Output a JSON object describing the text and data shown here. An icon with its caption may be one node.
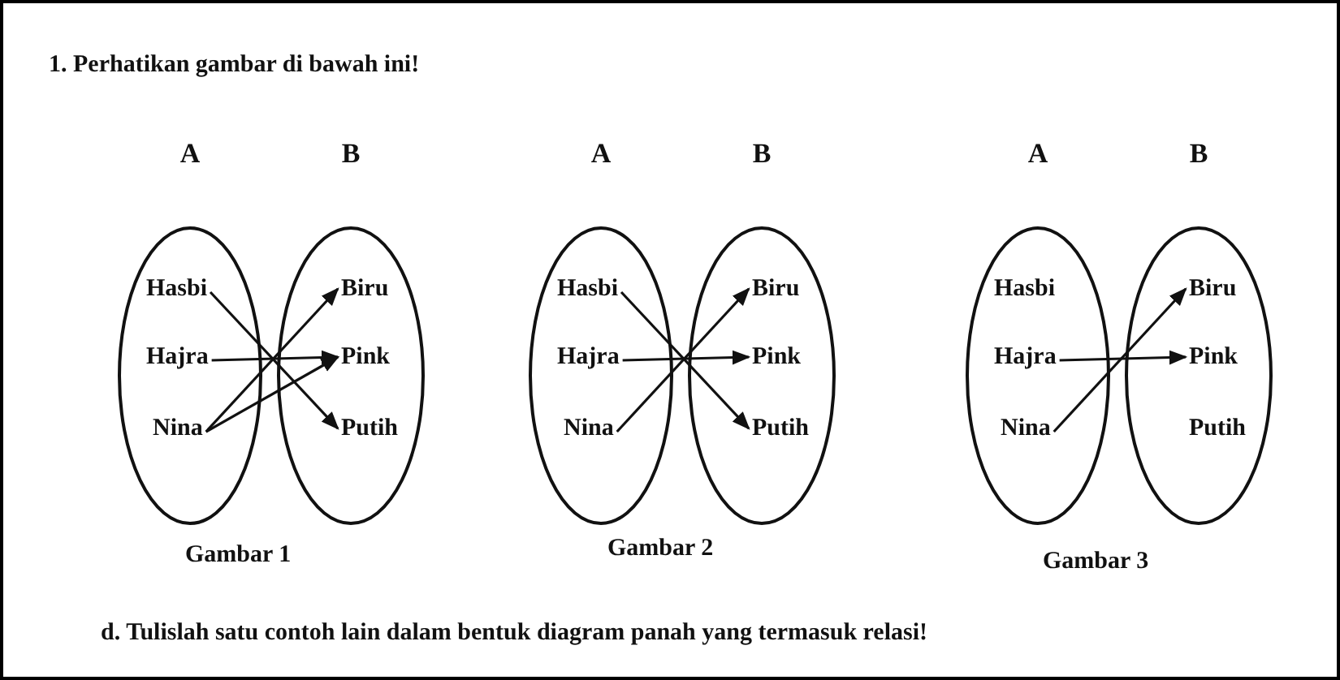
{
  "diagram": {
    "title": "1. Perhatikan gambar di bawah ini!",
    "nodes": [
      {
        "text": [
          "A"
        ]
      },
      {
        "text": [
          "Hasbi"
        ],
        "in": 0
      },
      {
        "text": [
          "Hajra"
        ],
        "in": 0
      },
      {
        "text": [
          "Nina"
        ],
        "in": 0
      },
      {
        "text": [
          "B"
        ]
      },
      {
        "text": [
          "Biru"
        ],
        "in": 4
      },
      {
        "text": [
          "Pink"
        ],
        "in": 4
      },
      {
        "text": [
          "Putih"
        ],
        "in": 4
      },
      {
        "text": [
          "A"
        ]
      },
      {
        "text": [
          "Hasbi"
        ],
        "in": 8
      },
      {
        "text": [
          "Hajra"
        ],
        "in": 8
      },
      {
        "text": [
          "Nina"
        ],
        "in": 8
      },
      {
        "text": [
          "B"
        ]
      },
      {
        "text": [
          "Biru"
        ],
        "in": 12
      },
      {
        "text": [
          "Pink"
        ],
        "in": 12
      },
      {
        "text": [
          "Putih"
        ],
        "in": 12
      },
      {
        "text": [
          "A"
        ]
      },
      {
        "text": [
          "Hasbi"
        ],
        "in": 16
      },
      {
        "text": [
          "Hajra"
        ],
        "in": 16
      },
      {
        "text": [
          "Nina"
        ],
        "in": 16
      },
      {
        "text": [
          "B"
        ]
      },
      {
        "text": [
          "Biru"
        ],
        "in": 20
      },
      {
        "text": [
          "Pink"
        ],
        "in": 20
      },
      {
        "text": [
          "Putih"
        ],
        "in": 20
      }
    ],
    "edges": [
      {
        "from": 1,
        "to": 7,
        "arrow": "to"
      },
      {
        "from": 2,
        "to": 6,
        "arrow": "to"
      },
      {
        "from": 3,
        "to": 5,
        "arrow": "to"
      },
      {
        "from": 3,
        "to": 6,
        "arrow": "to"
      },
      {
        "from": 9,
        "to": 15,
        "arrow": "to"
      },
      {
        "from": 10,
        "to": 14,
        "arrow": "to"
      },
      {
        "from": 11,
        "to": 13,
        "arrow": "to"
      },
      {
        "from": 18,
        "to": 22,
        "arrow": "to"
      },
      {
        "from": 19,
        "to": 21,
        "arrow": "to"
      }
    ],
    "labels": [
      "Gambar 1",
      "Gambar 2",
      "Gambar 3",
      "d. Tulislah satu contoh lain dalam bentuk diagram panah yang termasuk relasi!"
    ]
  }
}
